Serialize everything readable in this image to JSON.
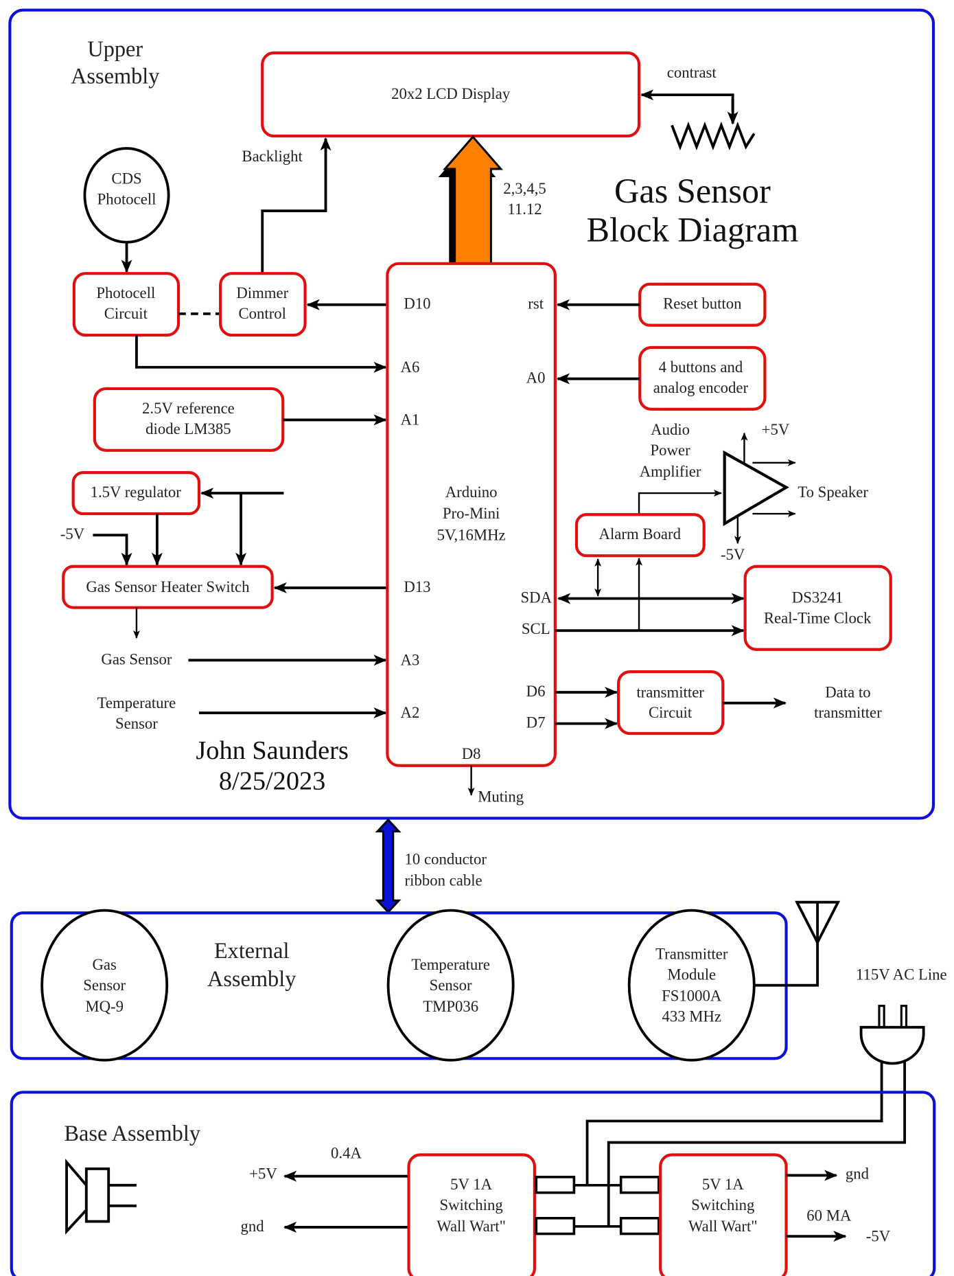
{
  "diagram": {
    "title_line1": "Gas Sensor",
    "title_line2": "Block Diagram",
    "author": "John Saunders",
    "date": "8/25/2023"
  },
  "colors": {
    "assembly_border": "#0a12d6",
    "block_border": "#e01010",
    "bus_arrow": "#ff8000",
    "ribbon_arrow": "#0a12d6"
  },
  "upper": {
    "label_line1": "Upper",
    "label_line2": "Assembly",
    "lcd": "20x2 LCD Display",
    "contrast": "contrast",
    "bus_pins_line1": "2,3,4,5",
    "bus_pins_line2": "11.12",
    "backlight": "Backlight",
    "cds_line1": "CDS",
    "cds_line2": "Photocell",
    "photocell_line1": "Photocell",
    "photocell_line2": "Circuit",
    "dimmer_line1": "Dimmer",
    "dimmer_line2": "Control",
    "reference_line1": "2.5V reference",
    "reference_line2": "diode LM385",
    "regulator": "1.5V regulator",
    "minus5v_left": "-5V",
    "heater_switch": "Gas Sensor Heater Switch",
    "gas_sensor": "Gas Sensor",
    "temp_line1": "Temperature",
    "temp_line2": "Sensor",
    "arduino_line1": "Arduino",
    "arduino_line2": "Pro-Mini",
    "arduino_line3": "5V,16MHz",
    "pins": {
      "d10": "D10",
      "a6": "A6",
      "a1": "A1",
      "d13": "D13",
      "a3": "A3",
      "a2": "A2",
      "rst": "rst",
      "a0": "A0",
      "sda": "SDA",
      "scl": "SCL",
      "d6": "D6",
      "d7": "D7",
      "d8": "D8"
    },
    "muting": "Muting",
    "reset_button": "Reset button",
    "buttons_line1": "4 buttons and",
    "buttons_line2": "analog encoder",
    "amp_line1": "Audio",
    "amp_line2": "Power",
    "amp_line3": "Amplifier",
    "plus5v": "+5V",
    "minus5v": "-5V",
    "to_speaker": "To Speaker",
    "alarm_board": "Alarm Board",
    "rtc_line1": "DS3241",
    "rtc_line2": "Real-Time Clock",
    "tx_circuit_line1": "transmitter",
    "tx_circuit_line2": "Circuit",
    "data_line1": "Data to",
    "data_line2": "transmitter"
  },
  "ribbon": {
    "line1": "10 conductor",
    "line2": "ribbon cable"
  },
  "external": {
    "label_line1": "External",
    "label_line2": "Assembly",
    "gas_line1": "Gas",
    "gas_line2": "Sensor",
    "gas_line3": "MQ-9",
    "temp_line1": "Temperature",
    "temp_line2": "Sensor",
    "temp_line3": "TMP036",
    "tx_line1": "Transmitter",
    "tx_line2": "Module",
    "tx_line3": "FS1000A",
    "tx_line4": "433 MHz",
    "ac_line": "115V AC Line"
  },
  "base": {
    "label": "Base Assembly",
    "current_left": "0.4A",
    "plus5v": "+5V",
    "gnd_left": "gnd",
    "wart1_line1": "5V 1A",
    "wart1_line2": "Switching",
    "wart1_line3": "Wall Wart\"",
    "wart2_line1": "5V 1A",
    "wart2_line2": "Switching",
    "wart2_line3": "Wall Wart\"",
    "gnd_right": "gnd",
    "current_right": "60 MA",
    "minus5v": "-5V"
  }
}
